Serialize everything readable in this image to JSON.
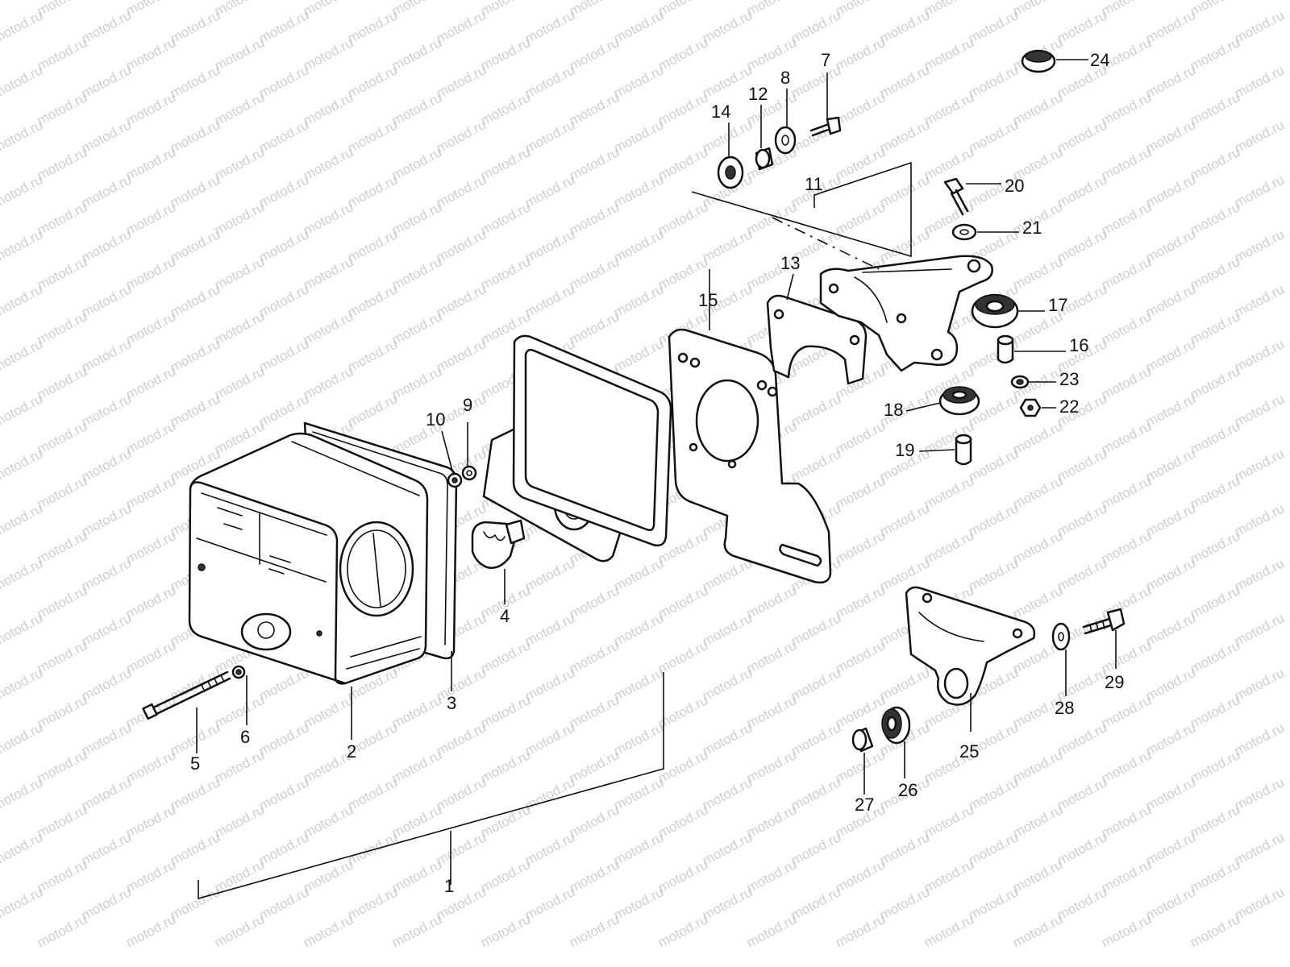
{
  "watermark": {
    "text": "motod.ru"
  },
  "callouts": [
    {
      "id": "1",
      "label": "1"
    },
    {
      "id": "2",
      "label": "2"
    },
    {
      "id": "3",
      "label": "3"
    },
    {
      "id": "4",
      "label": "4"
    },
    {
      "id": "5",
      "label": "5"
    },
    {
      "id": "6",
      "label": "6"
    },
    {
      "id": "7",
      "label": "7"
    },
    {
      "id": "8",
      "label": "8"
    },
    {
      "id": "9",
      "label": "9"
    },
    {
      "id": "10",
      "label": "10"
    },
    {
      "id": "11",
      "label": "11"
    },
    {
      "id": "12",
      "label": "12"
    },
    {
      "id": "13",
      "label": "13"
    },
    {
      "id": "14",
      "label": "14"
    },
    {
      "id": "15",
      "label": "15"
    },
    {
      "id": "16",
      "label": "16"
    },
    {
      "id": "17",
      "label": "17"
    },
    {
      "id": "18",
      "label": "18"
    },
    {
      "id": "19",
      "label": "19"
    },
    {
      "id": "20",
      "label": "20"
    },
    {
      "id": "21",
      "label": "21"
    },
    {
      "id": "22",
      "label": "22"
    },
    {
      "id": "23",
      "label": "23"
    },
    {
      "id": "24",
      "label": "24"
    },
    {
      "id": "25",
      "label": "25"
    },
    {
      "id": "26",
      "label": "26"
    },
    {
      "id": "27",
      "label": "27"
    },
    {
      "id": "28",
      "label": "28"
    },
    {
      "id": "29",
      "label": "29"
    }
  ]
}
